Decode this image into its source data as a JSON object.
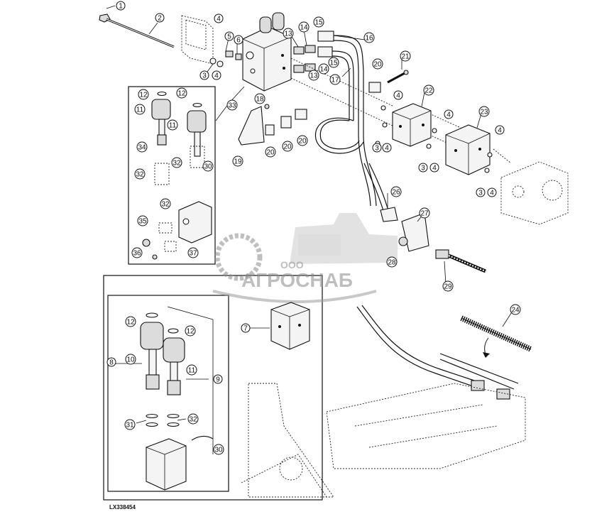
{
  "diagram": {
    "reference_code": "LX338454",
    "watermark": {
      "prefix": "ООО",
      "name": "АГРОСНАБ"
    },
    "callouts": [
      {
        "id": "c1",
        "label": "1"
      },
      {
        "id": "c2",
        "label": "2"
      },
      {
        "id": "c3a",
        "label": "3"
      },
      {
        "id": "c4a",
        "label": "4"
      },
      {
        "id": "c4b",
        "label": "4"
      },
      {
        "id": "c5",
        "label": "5"
      },
      {
        "id": "c6",
        "label": "6"
      },
      {
        "id": "c13a",
        "label": "13"
      },
      {
        "id": "c14a",
        "label": "14"
      },
      {
        "id": "c15a",
        "label": "15"
      },
      {
        "id": "c16",
        "label": "16"
      },
      {
        "id": "c13b",
        "label": "13"
      },
      {
        "id": "c14b",
        "label": "14"
      },
      {
        "id": "c15b",
        "label": "15"
      },
      {
        "id": "c17",
        "label": "17"
      },
      {
        "id": "c20a",
        "label": "20"
      },
      {
        "id": "c21",
        "label": "21"
      },
      {
        "id": "c4c",
        "label": "4"
      },
      {
        "id": "c22",
        "label": "22"
      },
      {
        "id": "c4d",
        "label": "4"
      },
      {
        "id": "c23",
        "label": "23"
      },
      {
        "id": "c4e",
        "label": "4"
      },
      {
        "id": "c33",
        "label": "33"
      },
      {
        "id": "c18",
        "label": "18"
      },
      {
        "id": "c19",
        "label": "19"
      },
      {
        "id": "c20b",
        "label": "20"
      },
      {
        "id": "c20c",
        "label": "20"
      },
      {
        "id": "c20d",
        "label": "20"
      },
      {
        "id": "c3b",
        "label": "3"
      },
      {
        "id": "c4f",
        "label": "4"
      },
      {
        "id": "c3c",
        "label": "3"
      },
      {
        "id": "c4g",
        "label": "4"
      },
      {
        "id": "c3d",
        "label": "3"
      },
      {
        "id": "c4h",
        "label": "4"
      },
      {
        "id": "c12a",
        "label": "12"
      },
      {
        "id": "c12b",
        "label": "12"
      },
      {
        "id": "c11a",
        "label": "11"
      },
      {
        "id": "c11b",
        "label": "11"
      },
      {
        "id": "c34",
        "label": "34"
      },
      {
        "id": "c32a",
        "label": "32"
      },
      {
        "id": "c32b",
        "label": "32"
      },
      {
        "id": "c30a",
        "label": "30"
      },
      {
        "id": "c32c",
        "label": "32"
      },
      {
        "id": "c35",
        "label": "35"
      },
      {
        "id": "c36",
        "label": "36"
      },
      {
        "id": "c37",
        "label": "37"
      },
      {
        "id": "c26",
        "label": "26"
      },
      {
        "id": "c27",
        "label": "27"
      },
      {
        "id": "c28",
        "label": "28"
      },
      {
        "id": "c29",
        "label": "29"
      },
      {
        "id": "c24",
        "label": "24"
      },
      {
        "id": "c7",
        "label": "7"
      },
      {
        "id": "c12c",
        "label": "12"
      },
      {
        "id": "c12d",
        "label": "12"
      },
      {
        "id": "c10",
        "label": "10"
      },
      {
        "id": "c11c",
        "label": "11"
      },
      {
        "id": "c8",
        "label": "8"
      },
      {
        "id": "c9",
        "label": "9"
      },
      {
        "id": "c31",
        "label": "31"
      },
      {
        "id": "c32d",
        "label": "32"
      },
      {
        "id": "c30b",
        "label": "30"
      }
    ]
  }
}
